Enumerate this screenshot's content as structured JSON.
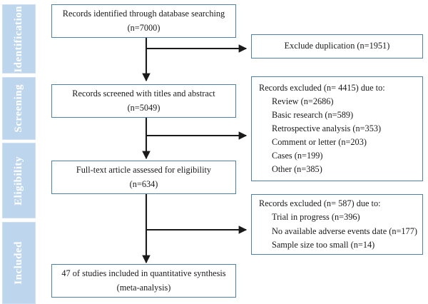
{
  "diagram": {
    "title": "PRISMA study selection flow diagram",
    "colors": {
      "stage_fill": "#bdd6ee",
      "stage_text": "#ffffff",
      "box_border": "#4f81a8",
      "box_fill": "#ffffff",
      "connector": "#1a1a1a"
    },
    "stages": [
      {
        "id": "identification",
        "label": "Identification"
      },
      {
        "id": "screening",
        "label": "Screening"
      },
      {
        "id": "eligibility",
        "label": "Eligibility"
      },
      {
        "id": "included",
        "label": "Included"
      }
    ],
    "nodes": {
      "identified": {
        "line1": "Records identified through database searching",
        "line2": "(n=7000)"
      },
      "duplicates": {
        "line1": "Exclude duplication (n=1951)"
      },
      "screened": {
        "line1": "Records screened with titles and abstract",
        "line2": "(n=5049)"
      },
      "excluded_screening": {
        "heading": "Records excluded (n= 4415) due to:",
        "reasons": [
          "Review (n=2686)",
          "Basic research (n=589)",
          "Retrospective analysis (n=353)",
          "Comment or letter (n=203)",
          "Cases (n=199)",
          "Other (n=385)"
        ]
      },
      "fulltext": {
        "line1": "Full-text article assessed for eligibility",
        "line2": "(n=634)"
      },
      "excluded_eligibility": {
        "heading": "Records excluded (n= 587) due to:",
        "reasons": [
          "Trial in progress (n=396)",
          "No available adverse events date (n=177)",
          "Sample size too small (n=14)"
        ]
      },
      "included": {
        "line1": "47 of studies included in quantitative synthesis",
        "line2": "(meta-analysis)"
      }
    }
  }
}
